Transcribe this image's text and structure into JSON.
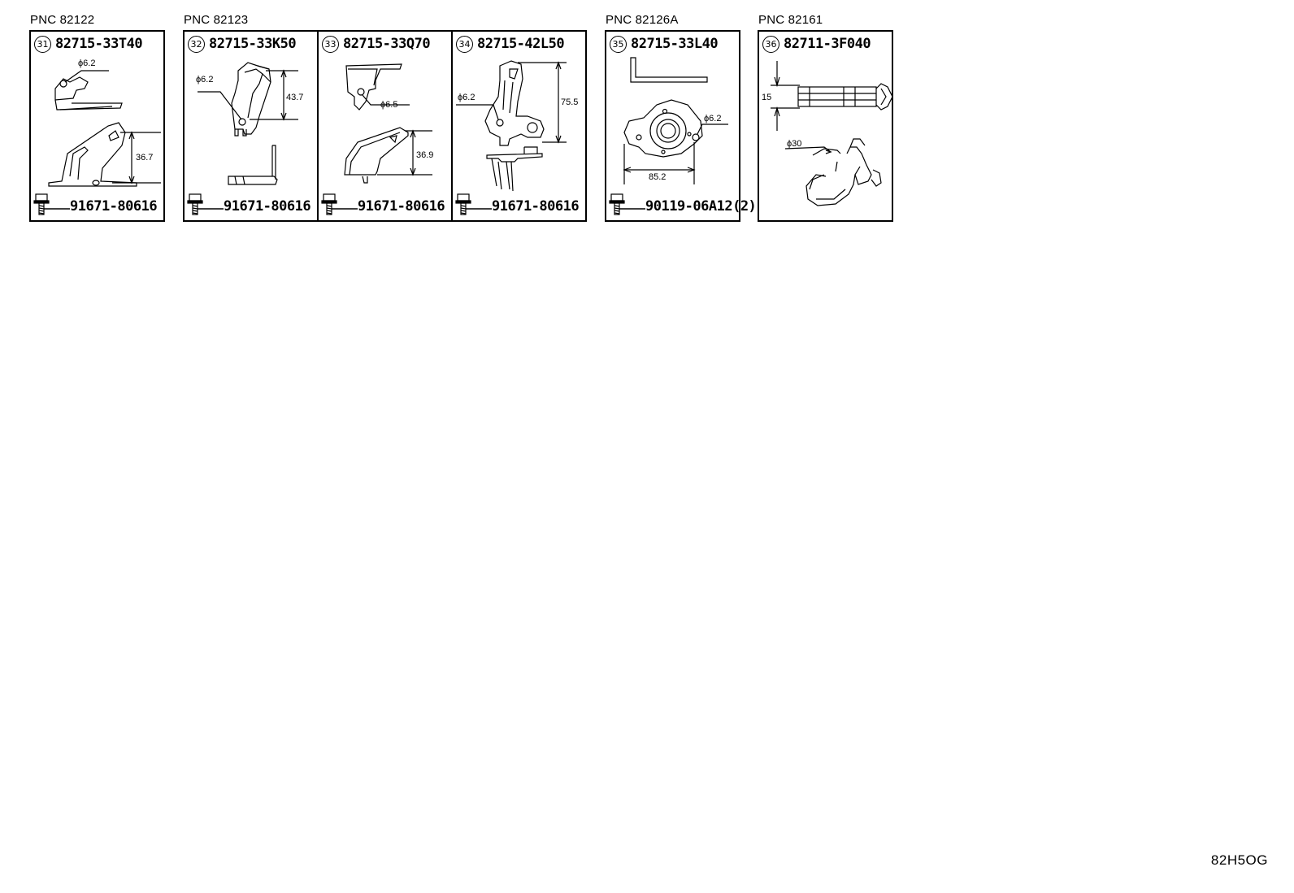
{
  "groups": [
    {
      "pnc": "PNC 82122"
    },
    {
      "pnc": "PNC 82123"
    },
    {
      "pnc": "PNC 82126A"
    },
    {
      "pnc": "PNC 82161"
    }
  ],
  "panels": [
    {
      "ref": "31",
      "part": "82715-33T40",
      "bolt": "91671-80616",
      "dims": [
        "ϕ6.2",
        "36.7"
      ]
    },
    {
      "ref": "32",
      "part": "82715-33K50",
      "bolt": "91671-80616",
      "dims": [
        "ϕ6.2",
        "43.7"
      ]
    },
    {
      "ref": "33",
      "part": "82715-33Q70",
      "bolt": "91671-80616",
      "dims": [
        "ϕ6.5",
        "36.9"
      ]
    },
    {
      "ref": "34",
      "part": "82715-42L50",
      "bolt": "91671-80616",
      "dims": [
        "ϕ6.2",
        "75.5"
      ]
    },
    {
      "ref": "35",
      "part": "82715-33L40",
      "bolt": "90119-06A12(2)",
      "dims": [
        "ϕ6.2",
        "85.2"
      ]
    },
    {
      "ref": "36",
      "part": "82711-3F040",
      "bolt": "",
      "dims": [
        "15",
        "ϕ30"
      ]
    }
  ],
  "diagram_code": "82H5OG"
}
